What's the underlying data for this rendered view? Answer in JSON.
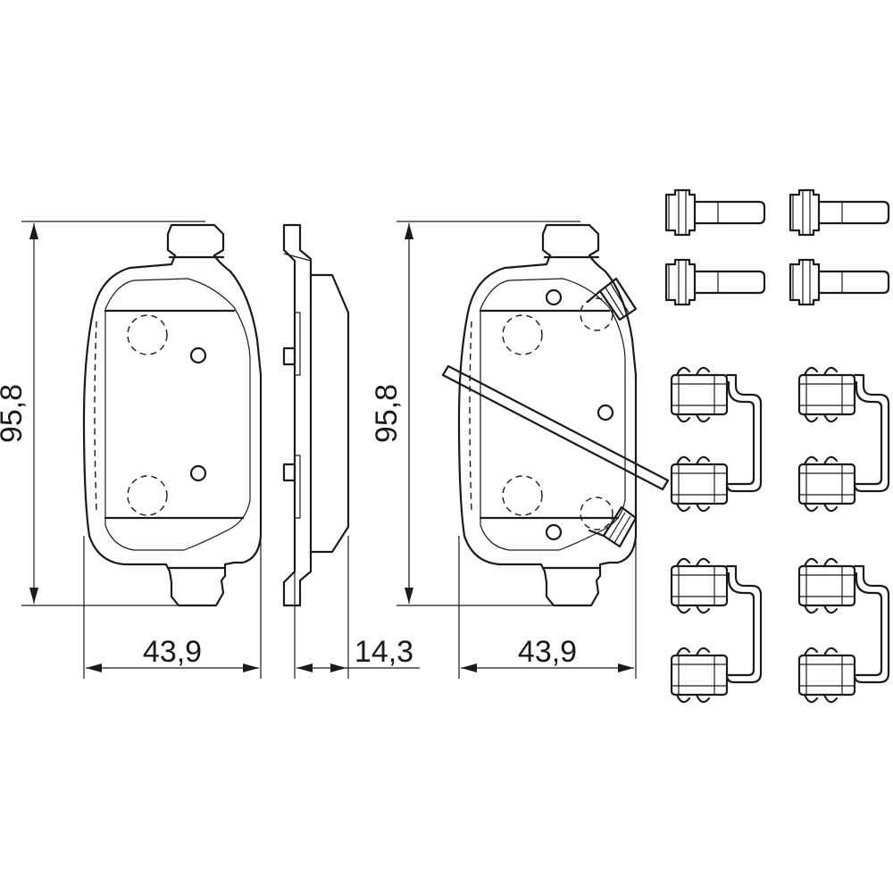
{
  "dimensions": {
    "pad_left_height": "95,8",
    "pad_left_width": "43,9",
    "pad_thickness": "14,3",
    "pad_right_height": "95,8",
    "pad_right_width": "43,9"
  },
  "accessories": {
    "bolt_count": 4,
    "clip_count": 4
  },
  "colors": {
    "line": "#1a1a1a",
    "background": "#ffffff"
  }
}
